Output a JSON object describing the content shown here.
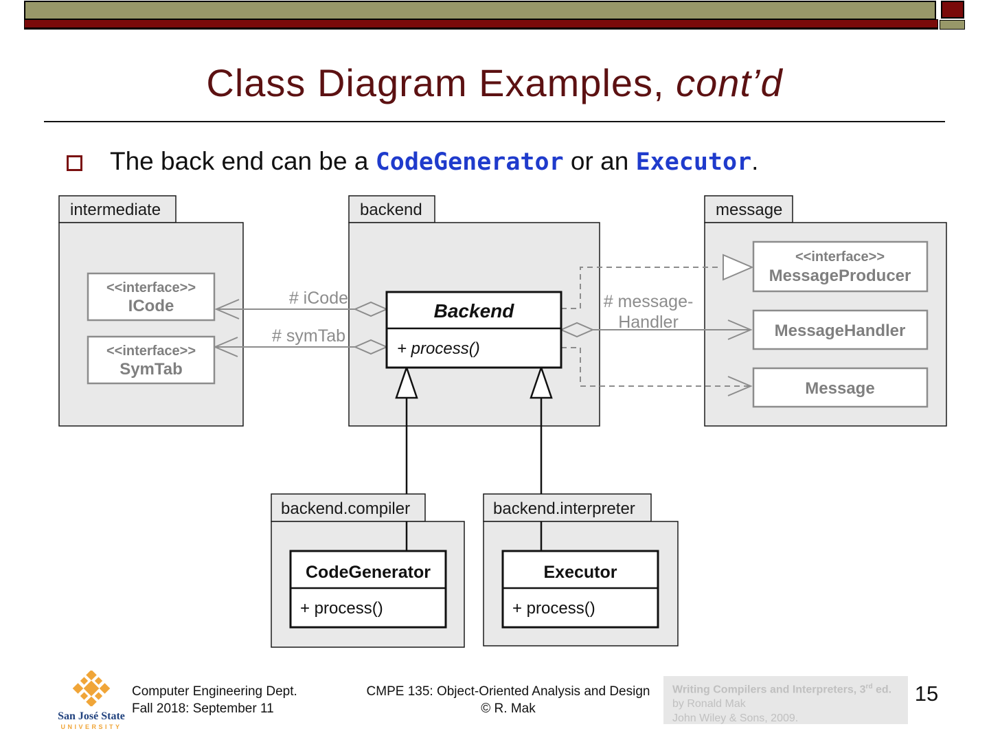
{
  "slide": {
    "header_title": "Class Diagram Examples,",
    "header_title_emphasis": " cont’d",
    "bullet": {
      "lead": "The back end can be a ",
      "code_generator": "CodeGenerator",
      "middle": " or an ",
      "executor": "Executor",
      "end": "."
    },
    "page_number": "15"
  },
  "diagram": {
    "packages": {
      "intermediate": "intermediate",
      "backend": "backend",
      "message": "message",
      "backend_compiler": "backend.compiler",
      "backend_interpreter": "backend.interpreter"
    },
    "classes": {
      "icode": {
        "stereotype": "<<interface>>",
        "name": "ICode"
      },
      "symtab": {
        "stereotype": "<<interface>>",
        "name": "SymTab"
      },
      "backend_class": {
        "name": "Backend",
        "method": "+ process()"
      },
      "message_producer": {
        "stereotype": "<<interface>>",
        "name": "MessageProducer"
      },
      "message_handler": {
        "name": "MessageHandler"
      },
      "message_class": {
        "name": "Message"
      },
      "code_generator": {
        "name": "CodeGenerator",
        "method": "+ process()"
      },
      "executor": {
        "name": "Executor",
        "method": "+ process()"
      }
    },
    "edge_labels": {
      "icode_field": "# iCode",
      "symtab_field": "# symTab",
      "message_handler_field_line1": "# message-",
      "message_handler_field_line2": "Handler"
    }
  },
  "footer": {
    "logo_name": "San José State",
    "logo_sub": "UNIVERSITY",
    "dept_line1": "Computer Engineering Dept.",
    "dept_line2": "Fall 2018: September 11",
    "course_line1": "CMPE 135: Object-Oriented Analysis and Design",
    "course_line2": "© R. Mak",
    "reference": {
      "title_main": "Writing Compilers and Interpreters, 3",
      "title_sup": "rd",
      "title_tail": " ed.",
      "author": "by Ronald Mak",
      "publisher": "John Wiley & Sons, 2009."
    }
  },
  "colors": {
    "maroon_title": "#5c1112",
    "band_olive": "#989869",
    "band_red": "#7a0a0a",
    "code_blue": "#1f3bcc",
    "diagram_gray": "#8c8c8c",
    "package_fill": "#e9e9e9",
    "logo_orange": "#f0a538",
    "logo_blue": "#21427e"
  }
}
